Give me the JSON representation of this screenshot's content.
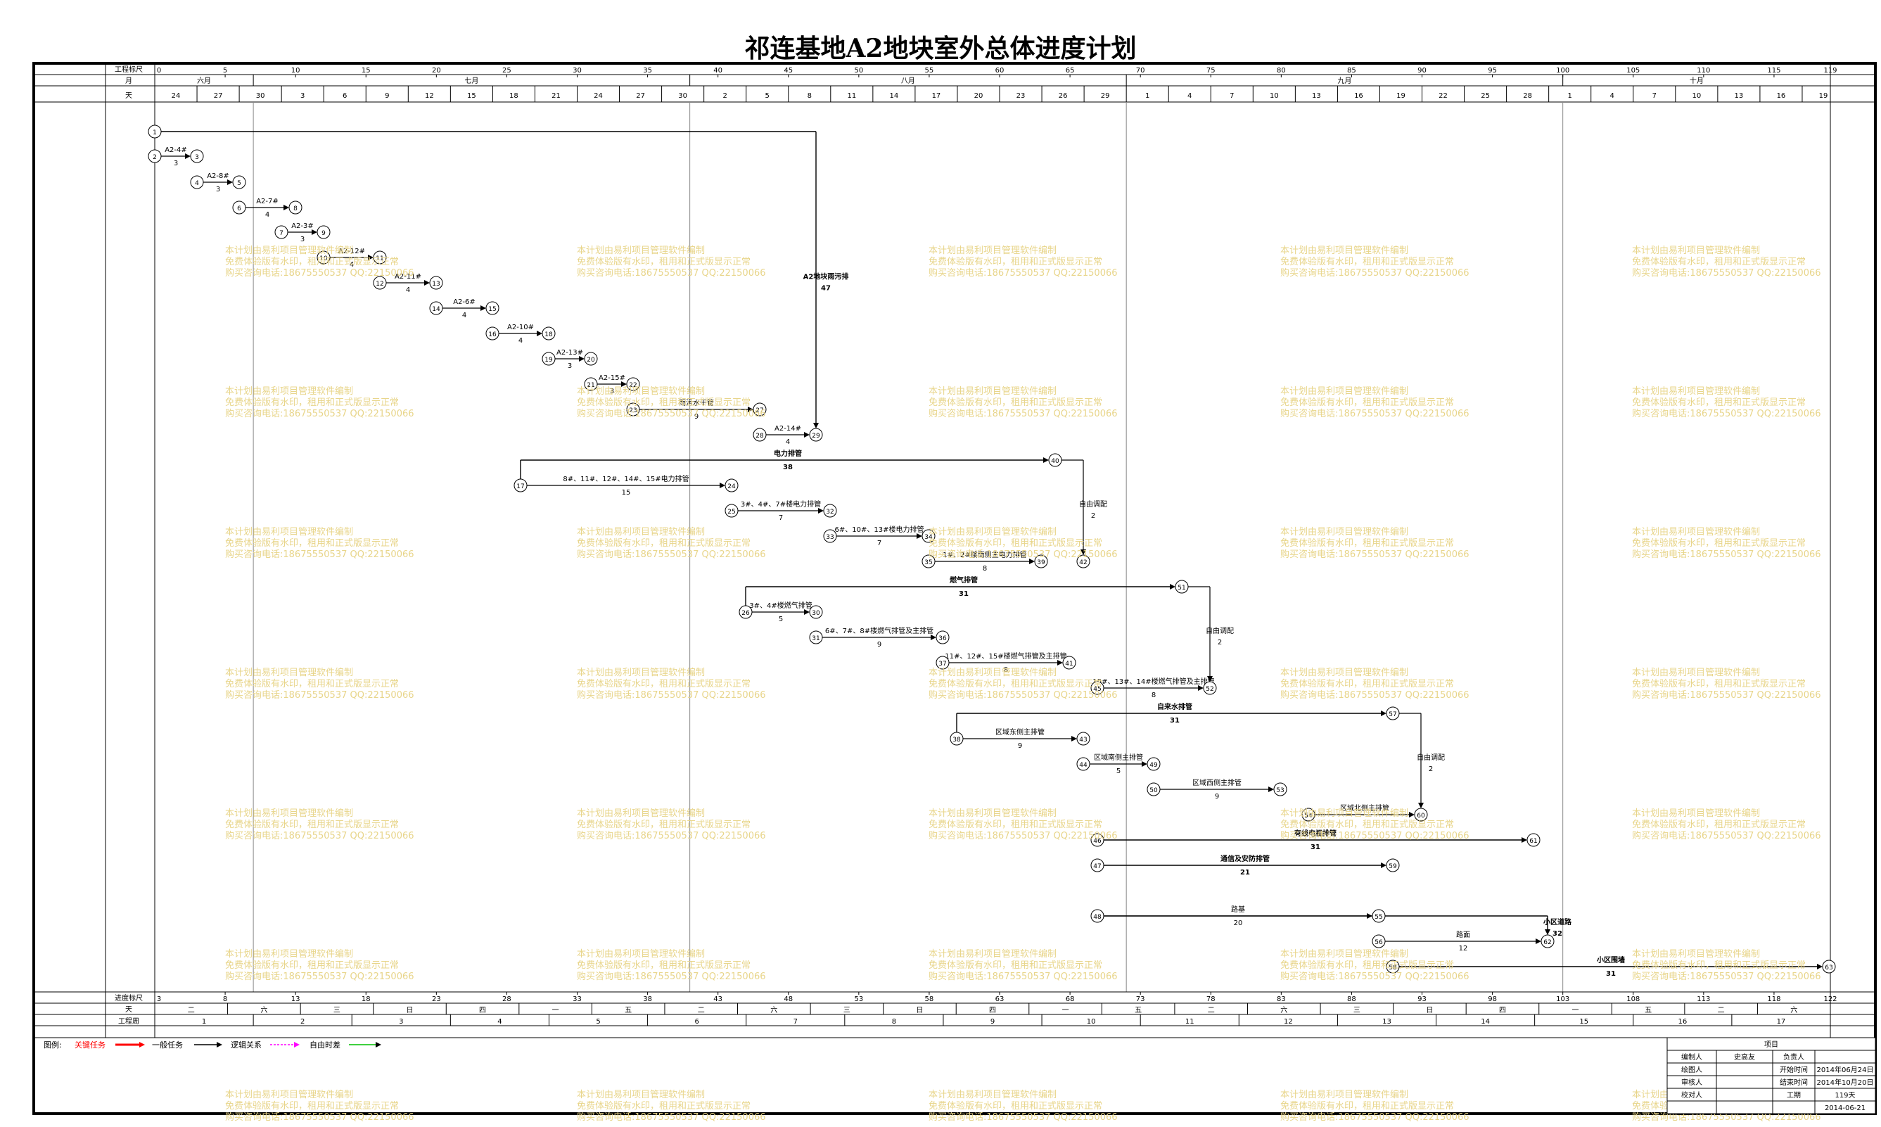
{
  "title": "祁连基地A2地块室外总体进度计划",
  "scale": {
    "top_label": "工程标尺",
    "top_ticks": [
      "0",
      "5",
      "10",
      "15",
      "20",
      "25",
      "30",
      "35",
      "40",
      "45",
      "50",
      "55",
      "60",
      "65",
      "70",
      "75",
      "80",
      "85",
      "90",
      "95",
      "100",
      "105",
      "110",
      "115",
      "119"
    ],
    "bottom_label": "进度标尺",
    "bottom_ticks": [
      "3",
      "8",
      "13",
      "18",
      "23",
      "28",
      "33",
      "38",
      "43",
      "48",
      "53",
      "58",
      "63",
      "68",
      "73",
      "78",
      "83",
      "88",
      "93",
      "98",
      "103",
      "108",
      "113",
      "118",
      "122"
    ]
  },
  "calendar": {
    "month_label": "月",
    "months": [
      "六月",
      "七月",
      "八月",
      "九月",
      "十月"
    ],
    "day_label": "天",
    "days": [
      "24",
      "27",
      "30",
      "3",
      "6",
      "9",
      "12",
      "15",
      "18",
      "21",
      "24",
      "27",
      "30",
      "2",
      "5",
      "8",
      "11",
      "14",
      "17",
      "20",
      "23",
      "26",
      "29",
      "1",
      "4",
      "7",
      "10",
      "13",
      "16",
      "19",
      "22",
      "25",
      "28",
      "1",
      "4",
      "7",
      "10",
      "13",
      "16",
      "19"
    ],
    "weekday_label": "天",
    "weekdays": [
      "二",
      "六",
      "三",
      "日",
      "四",
      "一",
      "五",
      "二",
      "六",
      "三",
      "日",
      "四",
      "一",
      "五",
      "二",
      "六",
      "三",
      "日",
      "四",
      "一",
      "五",
      "二",
      "六"
    ],
    "week_label": "工程周",
    "weeks": [
      "1",
      "2",
      "3",
      "4",
      "5",
      "6",
      "7",
      "8",
      "9",
      "10",
      "11",
      "12",
      "13",
      "14",
      "15",
      "16",
      "17"
    ]
  },
  "network": {
    "tasks": [
      {
        "from": "1",
        "to": "29",
        "name": "A2地块雨污排",
        "dur": "47",
        "critical": true
      },
      {
        "from": "2",
        "to": "3",
        "name": "A2-4#",
        "dur": "3"
      },
      {
        "from": "4",
        "to": "5",
        "name": "A2-8#",
        "dur": "3"
      },
      {
        "from": "6",
        "to": "8",
        "name": "A2-7#",
        "dur": "4"
      },
      {
        "from": "7",
        "to": "9",
        "name": "A2-3#",
        "dur": "3"
      },
      {
        "from": "10",
        "to": "11",
        "name": "A2-12#",
        "dur": "4"
      },
      {
        "from": "12",
        "to": "13",
        "name": "A2-11#",
        "dur": "4"
      },
      {
        "from": "14",
        "to": "15",
        "name": "A2-6#",
        "dur": "4"
      },
      {
        "from": "16",
        "to": "18",
        "name": "A2-10#",
        "dur": "4"
      },
      {
        "from": "19",
        "to": "20",
        "name": "A2-13#",
        "dur": "3"
      },
      {
        "from": "21",
        "to": "22",
        "name": "A2-15#",
        "dur": "3"
      },
      {
        "from": "23",
        "to": "27",
        "name": "雨污水干管",
        "dur": "9"
      },
      {
        "from": "28",
        "to": "29",
        "name": "A2-14#",
        "dur": "4"
      },
      {
        "from": "17",
        "to": "40",
        "name": "电力排管",
        "dur": "38",
        "critical": true
      },
      {
        "from": "17",
        "to": "24",
        "name": "8#、11#、12#、14#、15#电力排管",
        "dur": "15"
      },
      {
        "from": "25",
        "to": "32",
        "name": "3#、4#、7#楼电力排管",
        "dur": "7"
      },
      {
        "from": "33",
        "to": "34",
        "name": "6#、10#、13#楼电力排管",
        "dur": "7"
      },
      {
        "from": "35",
        "to": "39",
        "name": "1#、2#楼南侧主电力排管",
        "dur": "8"
      },
      {
        "from": "40",
        "to": "42",
        "name": "自由调配",
        "dur": "2"
      },
      {
        "from": "26",
        "to": "51",
        "name": "燃气排管",
        "dur": "31",
        "critical": true
      },
      {
        "from": "26",
        "to": "30",
        "name": "3#、4#楼燃气排管",
        "dur": "5"
      },
      {
        "from": "31",
        "to": "36",
        "name": "6#、7#、8#楼燃气排管及主排管",
        "dur": "9"
      },
      {
        "from": "37",
        "to": "41",
        "name": "11#、12#、15#楼燃气排管及主排管",
        "dur": "8"
      },
      {
        "from": "45",
        "to": "52",
        "name": "10#、13#、14#楼燃气排管及主排管",
        "dur": "8"
      },
      {
        "from": "51",
        "to": "52",
        "name": "自由调配",
        "dur": "2"
      },
      {
        "from": "38",
        "to": "57",
        "name": "自来水排管",
        "dur": "31",
        "critical": true
      },
      {
        "from": "38",
        "to": "43",
        "name": "区域东侧主排管",
        "dur": "9"
      },
      {
        "from": "44",
        "to": "49",
        "name": "区域南侧主排管",
        "dur": "5"
      },
      {
        "from": "50",
        "to": "53",
        "name": "区域西侧主排管",
        "dur": "9"
      },
      {
        "from": "54",
        "to": "60",
        "name": "区域北侧主排管",
        "dur": ""
      },
      {
        "from": "57",
        "to": "60",
        "name": "自由调配",
        "dur": "2"
      },
      {
        "from": "46",
        "to": "61",
        "name": "有线电视排管",
        "dur": "31",
        "critical": true
      },
      {
        "from": "47",
        "to": "59",
        "name": "通信及安防排管",
        "dur": "21",
        "critical": true
      },
      {
        "from": "48",
        "to": "62",
        "name": "小区道路",
        "dur": "32",
        "critical": true
      },
      {
        "from": "48",
        "to": "55",
        "name": "路基",
        "dur": "20"
      },
      {
        "from": "56",
        "to": "62",
        "name": "路面",
        "dur": "12"
      },
      {
        "from": "58",
        "to": "63",
        "name": "小区围墙",
        "dur": "31",
        "critical": true
      }
    ]
  },
  "legend": {
    "label": "图例:",
    "critical": "关键任务",
    "normal": "一般任务",
    "logic": "逻辑关系",
    "float": "自由时差",
    "critical_color": "#ff0000",
    "logic_color": "#ff00ff",
    "float_color": "#00c000"
  },
  "info_table": {
    "header": "项目",
    "rows": [
      [
        "编制人",
        "史高友",
        "负责人",
        ""
      ],
      [
        "绘图人",
        "",
        "开始时间",
        "2014年06月24日"
      ],
      [
        "审核人",
        "",
        "结束时间",
        "2014年10月20日"
      ],
      [
        "校对人",
        "",
        "工期",
        "119天"
      ],
      [
        "",
        "",
        "",
        "2014-06-21"
      ]
    ]
  },
  "watermark": {
    "lines": [
      "本计划由易利项目管理软件编制",
      "免费体验版有水印，租用和正式版显示正常",
      "购买咨询电话:18675550537 QQ:22150066"
    ],
    "color": "#e8d58a"
  }
}
